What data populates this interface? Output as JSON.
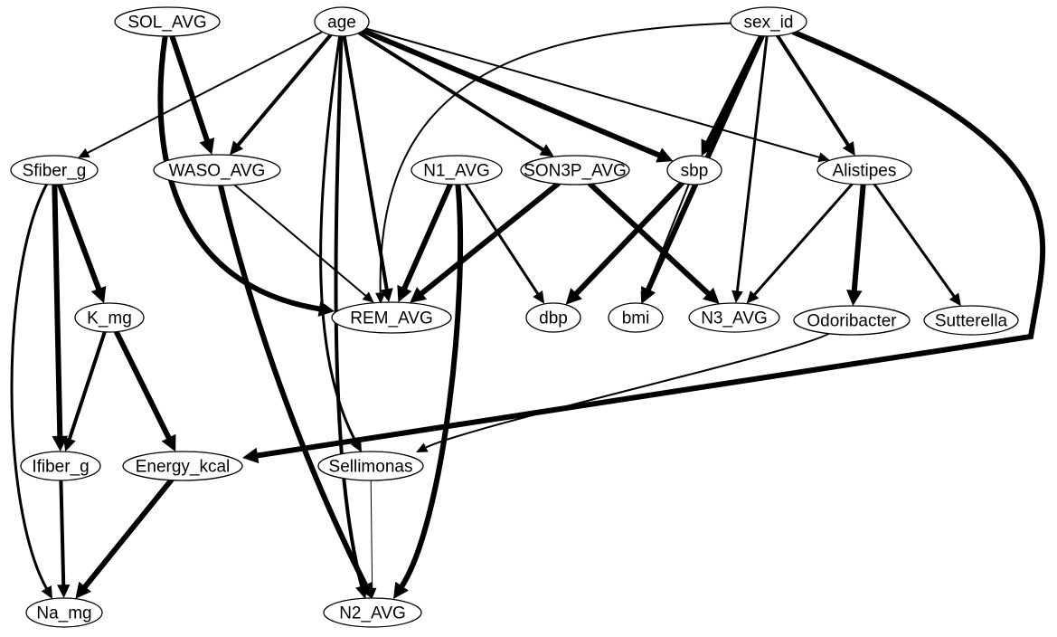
{
  "graph": {
    "nodes": [
      {
        "id": "SOL_AVG",
        "label": "SOL_AVG"
      },
      {
        "id": "age",
        "label": "age"
      },
      {
        "id": "sex_id",
        "label": "sex_id"
      },
      {
        "id": "Sfiber_g",
        "label": "Sfiber_g"
      },
      {
        "id": "WASO_AVG",
        "label": "WASO_AVG"
      },
      {
        "id": "N1_AVG",
        "label": "N1_AVG"
      },
      {
        "id": "SON3P_AVG",
        "label": "SON3P_AVG"
      },
      {
        "id": "sbp",
        "label": "sbp"
      },
      {
        "id": "Alistipes",
        "label": "Alistipes"
      },
      {
        "id": "K_mg",
        "label": "K_mg"
      },
      {
        "id": "REM_AVG",
        "label": "REM_AVG"
      },
      {
        "id": "dbp",
        "label": "dbp"
      },
      {
        "id": "bmi",
        "label": "bmi"
      },
      {
        "id": "N3_AVG",
        "label": "N3_AVG"
      },
      {
        "id": "Odoribacter",
        "label": "Odoribacter"
      },
      {
        "id": "Sutterella",
        "label": "Sutterella"
      },
      {
        "id": "Ifiber_g",
        "label": "Ifiber_g"
      },
      {
        "id": "Energy_kcal",
        "label": "Energy_kcal"
      },
      {
        "id": "Sellimonas",
        "label": "Sellimonas"
      },
      {
        "id": "Na_mg",
        "label": "Na_mg"
      },
      {
        "id": "N2_AVG",
        "label": "N2_AVG"
      }
    ],
    "edges": [
      {
        "from": "SOL_AVG",
        "to": "WASO_AVG",
        "weight": 6
      },
      {
        "from": "SOL_AVG",
        "to": "REM_AVG",
        "weight": 6
      },
      {
        "from": "age",
        "to": "Sfiber_g",
        "weight": 2
      },
      {
        "from": "age",
        "to": "WASO_AVG",
        "weight": 4
      },
      {
        "from": "age",
        "to": "REM_AVG",
        "weight": 4
      },
      {
        "from": "age",
        "to": "Sellimonas",
        "weight": 3
      },
      {
        "from": "age",
        "to": "N2_AVG",
        "weight": 4
      },
      {
        "from": "age",
        "to": "SON3P_AVG",
        "weight": 4
      },
      {
        "from": "age",
        "to": "sbp",
        "weight": 6
      },
      {
        "from": "age",
        "to": "Alistipes",
        "weight": 2
      },
      {
        "from": "sex_id",
        "to": "REM_AVG",
        "weight": 2
      },
      {
        "from": "sex_id",
        "to": "sbp",
        "weight": 6
      },
      {
        "from": "sex_id",
        "to": "bmi",
        "weight": 6
      },
      {
        "from": "sex_id",
        "to": "N3_AVG",
        "weight": 3
      },
      {
        "from": "sex_id",
        "to": "Alistipes",
        "weight": 4
      },
      {
        "from": "sex_id",
        "to": "Energy_kcal",
        "weight": 6
      },
      {
        "from": "Sfiber_g",
        "to": "K_mg",
        "weight": 6
      },
      {
        "from": "Sfiber_g",
        "to": "Ifiber_g",
        "weight": 6
      },
      {
        "from": "Sfiber_g",
        "to": "Na_mg",
        "weight": 3
      },
      {
        "from": "WASO_AVG",
        "to": "REM_AVG",
        "weight": 2
      },
      {
        "from": "WASO_AVG",
        "to": "N2_AVG",
        "weight": 6
      },
      {
        "from": "N1_AVG",
        "to": "REM_AVG",
        "weight": 6
      },
      {
        "from": "N1_AVG",
        "to": "dbp",
        "weight": 3
      },
      {
        "from": "N1_AVG",
        "to": "N2_AVG",
        "weight": 6
      },
      {
        "from": "SON3P_AVG",
        "to": "REM_AVG",
        "weight": 6
      },
      {
        "from": "SON3P_AVG",
        "to": "N3_AVG",
        "weight": 6
      },
      {
        "from": "sbp",
        "to": "dbp",
        "weight": 6
      },
      {
        "from": "sbp",
        "to": "bmi",
        "weight": 2
      },
      {
        "from": "Alistipes",
        "to": "N3_AVG",
        "weight": 3
      },
      {
        "from": "Alistipes",
        "to": "Odoribacter",
        "weight": 6
      },
      {
        "from": "Alistipes",
        "to": "Sutterella",
        "weight": 3
      },
      {
        "from": "K_mg",
        "to": "Ifiber_g",
        "weight": 4
      },
      {
        "from": "K_mg",
        "to": "Energy_kcal",
        "weight": 6
      },
      {
        "from": "Ifiber_g",
        "to": "Na_mg",
        "weight": 4
      },
      {
        "from": "Energy_kcal",
        "to": "Na_mg",
        "weight": 6
      },
      {
        "from": "Odoribacter",
        "to": "Sellimonas",
        "weight": 2
      },
      {
        "from": "Sellimonas",
        "to": "N2_AVG",
        "weight": 1
      }
    ]
  }
}
